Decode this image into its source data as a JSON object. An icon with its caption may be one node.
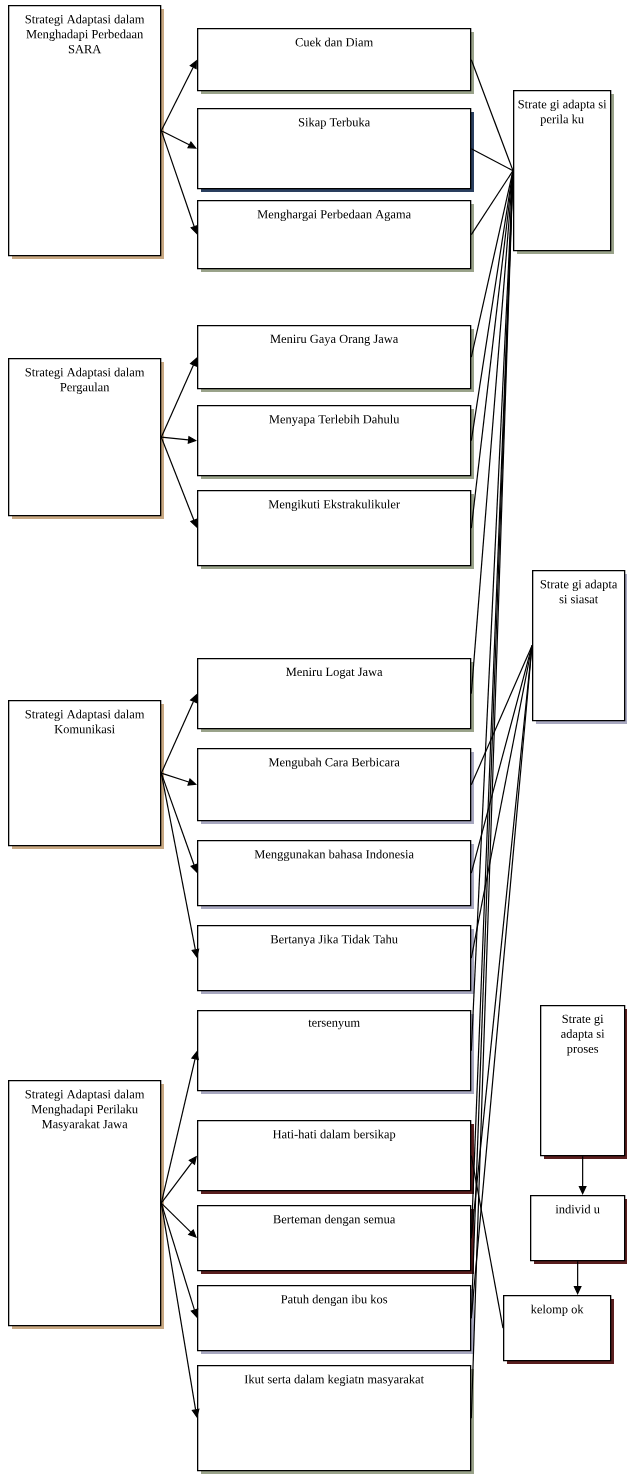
{
  "diagram": {
    "nodes": [
      {
        "text": [
          "Strategi Adaptasi dalam Menghadapi Perbedaan SARA"
        ]
      },
      {
        "text": [
          "Cuek dan Diam"
        ]
      },
      {
        "text": [
          "Sikap Terbuka"
        ]
      },
      {
        "text": [
          "Menghargai Perbedaan Agama"
        ]
      },
      {
        "text": [
          "Strategi Adaptasi dalam Pergaulan"
        ]
      },
      {
        "text": [
          "Meniru Gaya Orang Jawa"
        ]
      },
      {
        "text": [
          "Menyapa Terlebih Dahulu"
        ]
      },
      {
        "text": [
          "Mengikuti Ekstrakulikuler"
        ]
      },
      {
        "text": [
          "Strategi Adaptasi dalam Komunikasi"
        ]
      },
      {
        "text": [
          "Meniru Logat Jawa"
        ]
      },
      {
        "text": [
          "Mengubah Cara Berbicara"
        ]
      },
      {
        "text": [
          "Menggunakan bahasa Indonesia"
        ]
      },
      {
        "text": [
          "Bertanya Jika Tidak Tahu"
        ]
      },
      {
        "text": [
          "Strategi Adaptasi dalam Menghadapi Perilaku Masyarakat Jawa"
        ]
      },
      {
        "text": [
          "tersenyum"
        ]
      },
      {
        "text": [
          "Hati-hati dalam bersikap"
        ]
      },
      {
        "text": [
          "Berteman dengan semua"
        ]
      },
      {
        "text": [
          "Patuh dengan ibu kos"
        ]
      },
      {
        "text": [
          "Ikut serta dalam kegiatn masyarakat"
        ]
      },
      {
        "text": [
          "Strate gi adapta si perila ku"
        ]
      },
      {
        "text": [
          "Strate gi adapta si siasat"
        ]
      },
      {
        "text": [
          "Strate gi adapta si proses"
        ]
      },
      {
        "text": [
          "individ u"
        ]
      },
      {
        "text": [
          "kelomp ok"
        ]
      }
    ],
    "edges": [
      {
        "from": 0,
        "to": 1,
        "arrow": "to"
      },
      {
        "from": 0,
        "to": 2,
        "arrow": "to"
      },
      {
        "from": 0,
        "to": 3,
        "arrow": "to"
      },
      {
        "from": 4,
        "to": 5,
        "arrow": "to"
      },
      {
        "from": 4,
        "to": 6,
        "arrow": "to"
      },
      {
        "from": 4,
        "to": 7,
        "arrow": "to"
      },
      {
        "from": 8,
        "to": 9,
        "arrow": "to"
      },
      {
        "from": 8,
        "to": 10,
        "arrow": "to"
      },
      {
        "from": 8,
        "to": 11,
        "arrow": "to"
      },
      {
        "from": 8,
        "to": 12,
        "arrow": "to"
      },
      {
        "from": 13,
        "to": 14,
        "arrow": "to"
      },
      {
        "from": 13,
        "to": 15,
        "arrow": "to"
      },
      {
        "from": 13,
        "to": 16,
        "arrow": "to"
      },
      {
        "from": 13,
        "to": 17,
        "arrow": "to"
      },
      {
        "from": 13,
        "to": 18,
        "arrow": "to"
      },
      {
        "from": 1,
        "to": 19,
        "arrow": "none"
      },
      {
        "from": 2,
        "to": 19,
        "arrow": "none"
      },
      {
        "from": 3,
        "to": 19,
        "arrow": "none"
      },
      {
        "from": 5,
        "to": 19,
        "arrow": "none"
      },
      {
        "from": 6,
        "to": 19,
        "arrow": "none"
      },
      {
        "from": 7,
        "to": 19,
        "arrow": "none"
      },
      {
        "from": 9,
        "to": 19,
        "arrow": "none"
      },
      {
        "from": 14,
        "to": 19,
        "arrow": "none"
      },
      {
        "from": 16,
        "to": 19,
        "arrow": "none"
      },
      {
        "from": 17,
        "to": 19,
        "arrow": "none"
      },
      {
        "from": 18,
        "to": 19,
        "arrow": "none"
      },
      {
        "from": 10,
        "to": 20,
        "arrow": "none"
      },
      {
        "from": 11,
        "to": 20,
        "arrow": "none"
      },
      {
        "from": 12,
        "to": 20,
        "arrow": "none"
      },
      {
        "from": 16,
        "to": 20,
        "arrow": "none"
      },
      {
        "from": 17,
        "to": 20,
        "arrow": "none"
      },
      {
        "from": 15,
        "to": 23,
        "arrow": "none"
      },
      {
        "from": 21,
        "to": 22,
        "arrow": "to"
      },
      {
        "from": 22,
        "to": 23,
        "arrow": "to"
      }
    ]
  }
}
